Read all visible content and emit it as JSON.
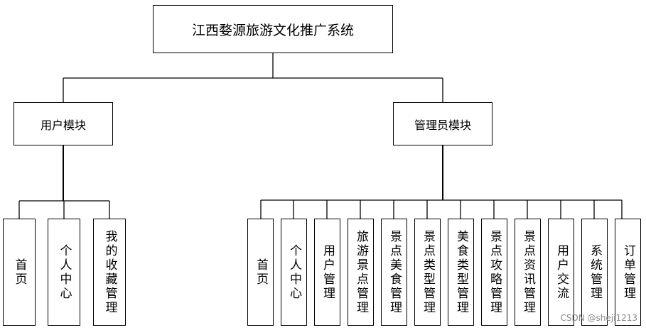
{
  "root": {
    "label": "江西婺源旅游文化推广系统"
  },
  "modules": {
    "user": {
      "label": "用户模块",
      "children": [
        "首页",
        "个人中心",
        "我的收藏管理"
      ]
    },
    "admin": {
      "label": "管理员模块",
      "children": [
        "首页",
        "个人中心",
        "用户管理",
        "旅游景点管理",
        "景点美食管理",
        "景点类型管理",
        "美食类型管理",
        "景点攻略管理",
        "景点资讯管理",
        "用户交流",
        "系统管理",
        "订单管理"
      ]
    }
  },
  "watermark": "CSDN @sheji1213"
}
